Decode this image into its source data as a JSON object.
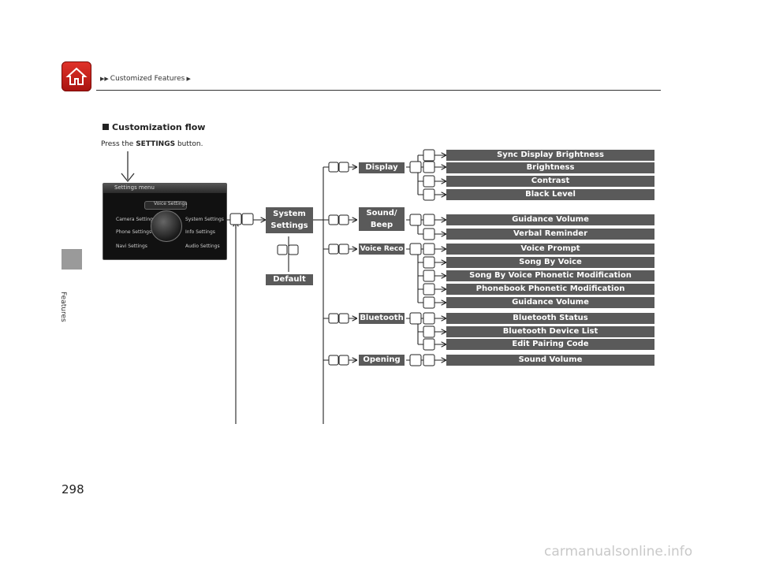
{
  "header": {
    "breadcrumb": "Customized Features"
  },
  "sidebar": {
    "label": "Features"
  },
  "page_number": "298",
  "section_title": "Customization flow",
  "instruction": {
    "prefix": "Press the",
    "button": "SETTINGS",
    "suffix": "button."
  },
  "screen": {
    "title": "Settings menu",
    "items": [
      "Voice Settings",
      "Camera Settings",
      "Phone Settings",
      "Info Settings",
      "System Settings",
      "Audio Settings",
      "Navi Settings"
    ]
  },
  "root": {
    "label": "System Settings",
    "alt": "Default"
  },
  "categories": [
    {
      "label": "Display",
      "items": [
        "Sync Display Brightness",
        "Brightness",
        "Contrast",
        "Black Level"
      ]
    },
    {
      "label": "Sound/ Beep",
      "items": [
        "Guidance Volume",
        "Verbal Reminder"
      ]
    },
    {
      "label": "Voice Reco",
      "items": [
        "Voice Prompt",
        "Song By Voice",
        "Song By Voice Phonetic Modification",
        "Phonebook Phonetic Modification",
        "Guidance Volume"
      ]
    },
    {
      "label": "Bluetooth",
      "items": [
        "Bluetooth Status",
        "Bluetooth Device List",
        "Edit Pairing Code"
      ]
    },
    {
      "label": "Opening",
      "items": [
        "Sound Volume"
      ]
    }
  ],
  "colors": {
    "accent": "#d32a22",
    "box": "#5a5a5a",
    "side": "#9a9a9a"
  },
  "watermark": "carmanualsonline.info"
}
